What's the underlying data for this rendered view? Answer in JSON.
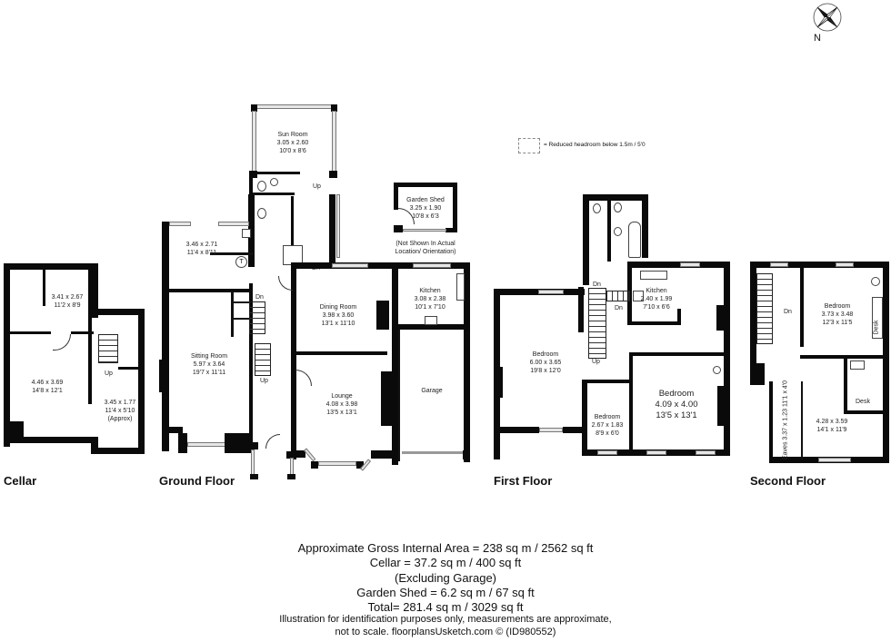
{
  "compass": {
    "label": "N"
  },
  "legend": {
    "text": "= Reduced headroom below 1.5m / 5'0"
  },
  "floors": {
    "cellar": {
      "title": "Cellar",
      "rooms": [
        {
          "name": "",
          "metric": "3.41 x 2.67",
          "imperial": "11'2 x 8'9"
        },
        {
          "name": "",
          "metric": "4.46 x 3.69",
          "imperial": "14'8 x 12'1"
        },
        {
          "name": "",
          "metric": "3.45 x 1.77",
          "imperial": "11'4 x 5'10",
          "note": "(Approx)"
        }
      ],
      "stairs_label": "Up"
    },
    "ground": {
      "title": "Ground Floor",
      "rooms": [
        {
          "name": "Sun Room",
          "metric": "3.05 x 2.60",
          "imperial": "10'0 x 8'6"
        },
        {
          "name": "",
          "metric": "3.46 x 2.71",
          "imperial": "11'4 x 8'11"
        },
        {
          "name": "Sitting Room",
          "metric": "5.97 x 3.64",
          "imperial": "19'7 x 11'11"
        },
        {
          "name": "Dining Room",
          "metric": "3.98 x 3.60",
          "imperial": "13'1 x 11'10"
        },
        {
          "name": "Kitchen",
          "metric": "3.08 x 2.38",
          "imperial": "10'1 x 7'10"
        },
        {
          "name": "Lounge",
          "metric": "4.08 x 3.98",
          "imperial": "13'5 x 13'1"
        },
        {
          "name": "Garage",
          "metric": "",
          "imperial": ""
        }
      ],
      "labels": {
        "up1": "Up",
        "dn1": "Dn",
        "dn2": "Dn",
        "up2": "Up",
        "tank": "T"
      }
    },
    "shed": {
      "name": "Garden Shed",
      "metric": "3.25 x 1.90",
      "imperial": "10'8 x 6'3",
      "note_line1": "(Not Shown In Actual",
      "note_line2": "Location/ Orientation)"
    },
    "first": {
      "title": "First Floor",
      "rooms": [
        {
          "name": "Kitchen",
          "metric": "2.40 x 1.99",
          "imperial": "7'10 x 6'6"
        },
        {
          "name": "Bedroom",
          "metric": "6.00 x 3.65",
          "imperial": "19'8 x 12'0"
        },
        {
          "name": "Bedroom",
          "metric": "2.67 x 1.83",
          "imperial": "8'9 x 6'0"
        },
        {
          "name": "Bedroom",
          "metric": "4.09 x 4.00",
          "imperial": "13'5 x 13'1"
        }
      ],
      "labels": {
        "dn1": "Dn",
        "dn2": "Dn",
        "up": "Up"
      }
    },
    "second": {
      "title": "Second Floor",
      "rooms": [
        {
          "name": "Bedroom",
          "metric": "3.73 x 3.48",
          "imperial": "12'3 x 11'5"
        },
        {
          "name": "",
          "metric": "4.28 x 3.59",
          "imperial": "14'1 x 11'9"
        },
        {
          "name": "Eaves",
          "metric": "3.37 x 1.23",
          "imperial": "11'1 x 4'0"
        }
      ],
      "labels": {
        "dn": "Dn",
        "desk1": "Desk",
        "desk2": "Desk"
      }
    }
  },
  "areas": {
    "line1": "Approximate Gross Internal Area = 238 sq m / 2562 sq ft",
    "line2": "Cellar = 37.2 sq m / 400 sq ft",
    "line3": "(Excluding Garage)",
    "line4": "Garden Shed = 6.2 sq m / 67 sq ft",
    "line5": "Total= 281.4 sq m / 3029 sq ft"
  },
  "disclaimer": {
    "line1": "Illustration for identification purposes only, measurements are approximate,",
    "line2": "not to scale. floorplansUsketch.com © (ID980552)"
  }
}
